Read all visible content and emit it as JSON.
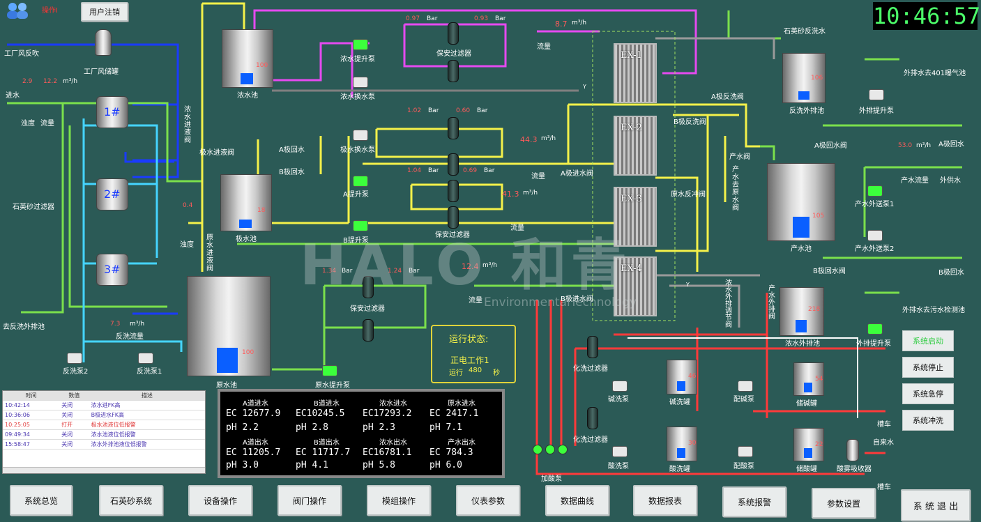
{
  "header": {
    "operator_label": "操作I",
    "logout_label": "用户注销",
    "clock": "10:46:57"
  },
  "labels": {
    "factory_air": "工厂风反吹",
    "air_tank": "工厂风储罐",
    "inlet": "进水",
    "turbidity": "浊度",
    "flow": "流量",
    "quartz_filter": "石英砂过滤器",
    "f1": "1#",
    "f2": "2#",
    "f3": "3#",
    "to_backwash": "去反洗外排池",
    "backwash_flow": "反洗流量",
    "bw_pump2": "反洗泵2",
    "bw_pump1": "反洗泵1",
    "conc_pool": "浓水池",
    "board_pool": "极水池",
    "raw_pool": "原水池",
    "conc_lift": "浓水提升泵",
    "conc_change": "浓水换水泵",
    "board_change": "极水换水泵",
    "a_board_return": "A极回水",
    "b_board_return": "B极回水",
    "board_in_valve": "极水进液阀",
    "conc_in_valve": "浓水进液阀",
    "raw_in_valve": "原水进液阀",
    "a_lift": "A提升泵",
    "b_lift": "B提升泵",
    "raw_lift": "原水提升泵",
    "security_filter": "保安过滤器",
    "a_in_valve": "A极进水阀",
    "b_in_valve": "B极进水阀",
    "ex1": "EX-1",
    "ex2": "EX-2",
    "ex3": "EX-3",
    "ex4": "EX-4",
    "quartz_backwash": "石英砂反洗水",
    "backwash_pool": "反洗外排池",
    "out_lift": "外排提升泵",
    "to_401": "外排水去401曝气池",
    "a_backwash_valve": "A极反洗阀",
    "b_backwash_valve": "B极反洗阀",
    "a_return_valve": "A极回水阀",
    "b_return_valve": "B极回水阀",
    "a_board_return2": "A极回水",
    "b_board_return2": "B极回水",
    "product_valve": "产水阀",
    "product_bypass": "产水去原水阀",
    "raw_rev_valve": "原水反冲阀",
    "product_pool": "产水池",
    "product_flow": "产水流量",
    "out_supply": "外供水",
    "product_pump1": "产水外送泵1",
    "product_pump2": "产水外送泵2",
    "conc_out_valve": "浓水外排调节阀",
    "product_bypass2": "产水外排阀",
    "conc_out_pool": "浓水外排池",
    "to_sewage": "外排水去污水检测池",
    "chem_filter": "化洗过滤器",
    "alkali_pump": "碱洗泵",
    "alkali_tank": "碱洗罐",
    "alkali_mix": "配碱泵",
    "alkali_store": "储碱罐",
    "acid_pump": "酸洗泵",
    "acid_tank": "酸洗罐",
    "acid_mix": "配酸泵",
    "acid_store": "储酸罐",
    "acid_add": "加酸泵",
    "tanker1": "槽车",
    "tap": "自来水",
    "tanker2": "槽车",
    "acid_absorber": "酸雾吸收器",
    "y1": "Y",
    "y2": "Y"
  },
  "values": {
    "turb": "2.9",
    "flow_in": "12.2",
    "flow_unit": "m³/h",
    "bw_flow": "7.3",
    "bw_unit": "m³/h",
    "air_p": "0.4",
    "p1": "0.97",
    "p2": "0.93",
    "bar": "Bar",
    "f_top": "8.7",
    "f_top_unit": "m³/h",
    "p3": "1.02",
    "p4": "0.60",
    "p5": "1.04",
    "p6": "0.69",
    "p7": "1.34",
    "p8": "1.24",
    "fa": "44.3",
    "fa_unit": "m³/h",
    "fb": "41.3",
    "fb_unit": "m³/h",
    "fr": "12.4",
    "fr_unit": "m³/h",
    "lv_conc": "100",
    "lv_board": "18",
    "lv_raw": "100",
    "lv_bw": "106",
    "lv_prod": "105",
    "lv_concout": "218",
    "lv_alkali": "46",
    "lv_store_alk": "54",
    "lv_acid": "30",
    "lv_store_acid": "22",
    "product_flow_val": "53.0",
    "product_flow_unit": "m³/h"
  },
  "status": {
    "title": "运行状态:",
    "mode": "正电工作1",
    "run_label": "运行",
    "run_value": "480",
    "run_unit": "秒"
  },
  "alarm": {
    "headers": [
      "时间",
      "数值",
      "描述"
    ],
    "rows": [
      [
        "10:42:14",
        "关闭",
        "浓水进FK高"
      ],
      [
        "10:36:06",
        "关闭",
        "B极进水FK高"
      ],
      [
        "10:25:05",
        "打开",
        "极水池液位低报警"
      ],
      [
        "09:49:34",
        "关闭",
        "浓水池液位低报警"
      ],
      [
        "15:58:47",
        "关闭",
        "浓水外排池液位低报警"
      ]
    ]
  },
  "measures": [
    {
      "head": "A道进水",
      "ec": "EC 12677.9",
      "ph": "pH 2.2"
    },
    {
      "head": "B道进水",
      "ec": "EC10245.5",
      "ph": "pH 2.8"
    },
    {
      "head": "浓水进水",
      "ec": "EC17293.2",
      "ph": "pH 2.3"
    },
    {
      "head": "原水进水",
      "ec": "EC 2417.1",
      "ph": "pH 7.1"
    },
    {
      "head": "A道出水",
      "ec": "EC 11205.7",
      "ph": "pH 3.0"
    },
    {
      "head": "B道出水",
      "ec": "EC 11717.7",
      "ph": "pH 4.1"
    },
    {
      "head": "浓水出水",
      "ec": "EC16781.1",
      "ph": "pH 5.8"
    },
    {
      "head": "产水出水",
      "ec": "EC 784.3",
      "ph": "pH 6.0"
    }
  ],
  "side_buttons": [
    "系统启动",
    "系统停止",
    "系统急停",
    "系统冲洗"
  ],
  "nav": [
    "系统总览",
    "石英砂系统",
    "设备操作",
    "阀门操作",
    "模组操作",
    "仪表参数",
    "数据曲线",
    "数据报表",
    "系统报警",
    "参数设置",
    "系 统 退 出"
  ],
  "watermark": {
    "text": "HALO 和青",
    "sub": "EnvironmentalTechnology"
  },
  "colors": {
    "bg": "#2b5a56",
    "pipe_yellow": "#f4f14a",
    "pipe_green": "#7be04c",
    "pipe_blue": "#1a3bff",
    "pipe_cyan": "#45d4ff",
    "pipe_magenta": "#e54af0",
    "pipe_red": "#ff3a3a",
    "clock_fg": "#4cff6a"
  }
}
